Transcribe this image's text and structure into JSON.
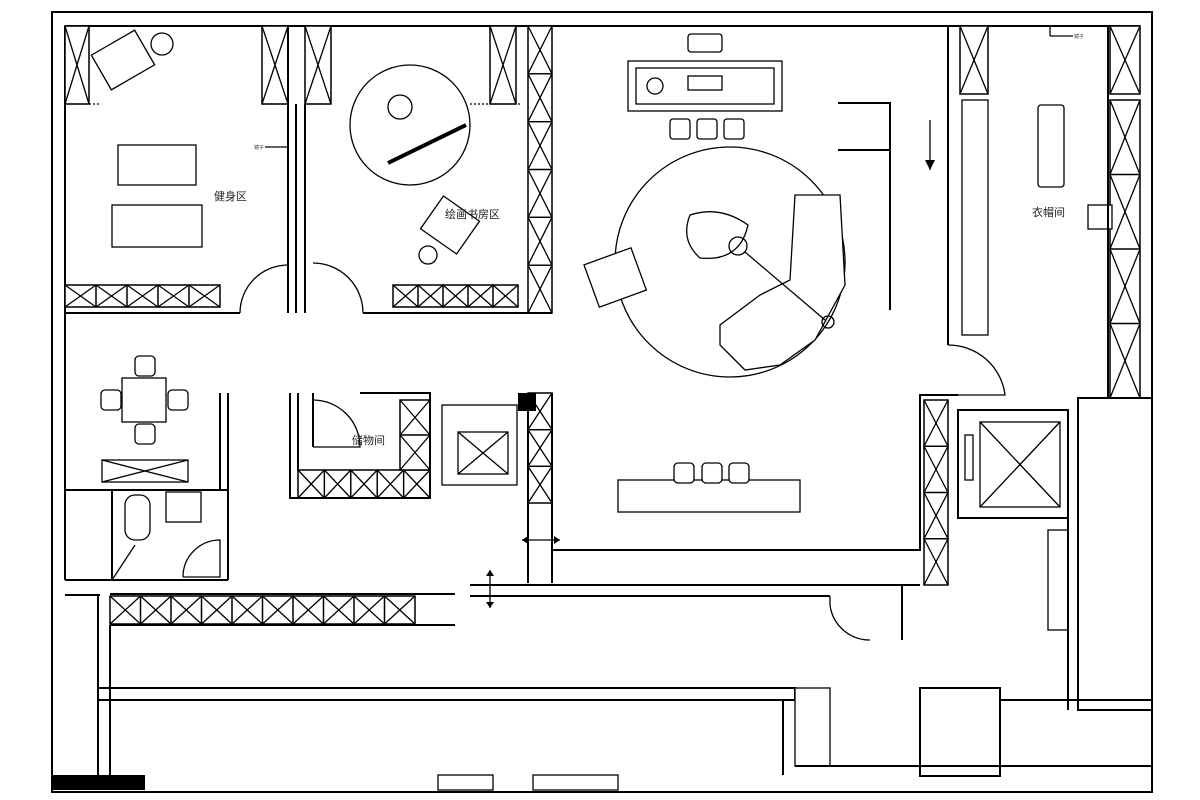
{
  "plan": {
    "rooms": {
      "gym": "健身区",
      "study": "绘画书房区",
      "storage": "储物间",
      "wardrobe": "衣帽间"
    },
    "mirror_labels": [
      "镜子",
      "镜子"
    ]
  }
}
